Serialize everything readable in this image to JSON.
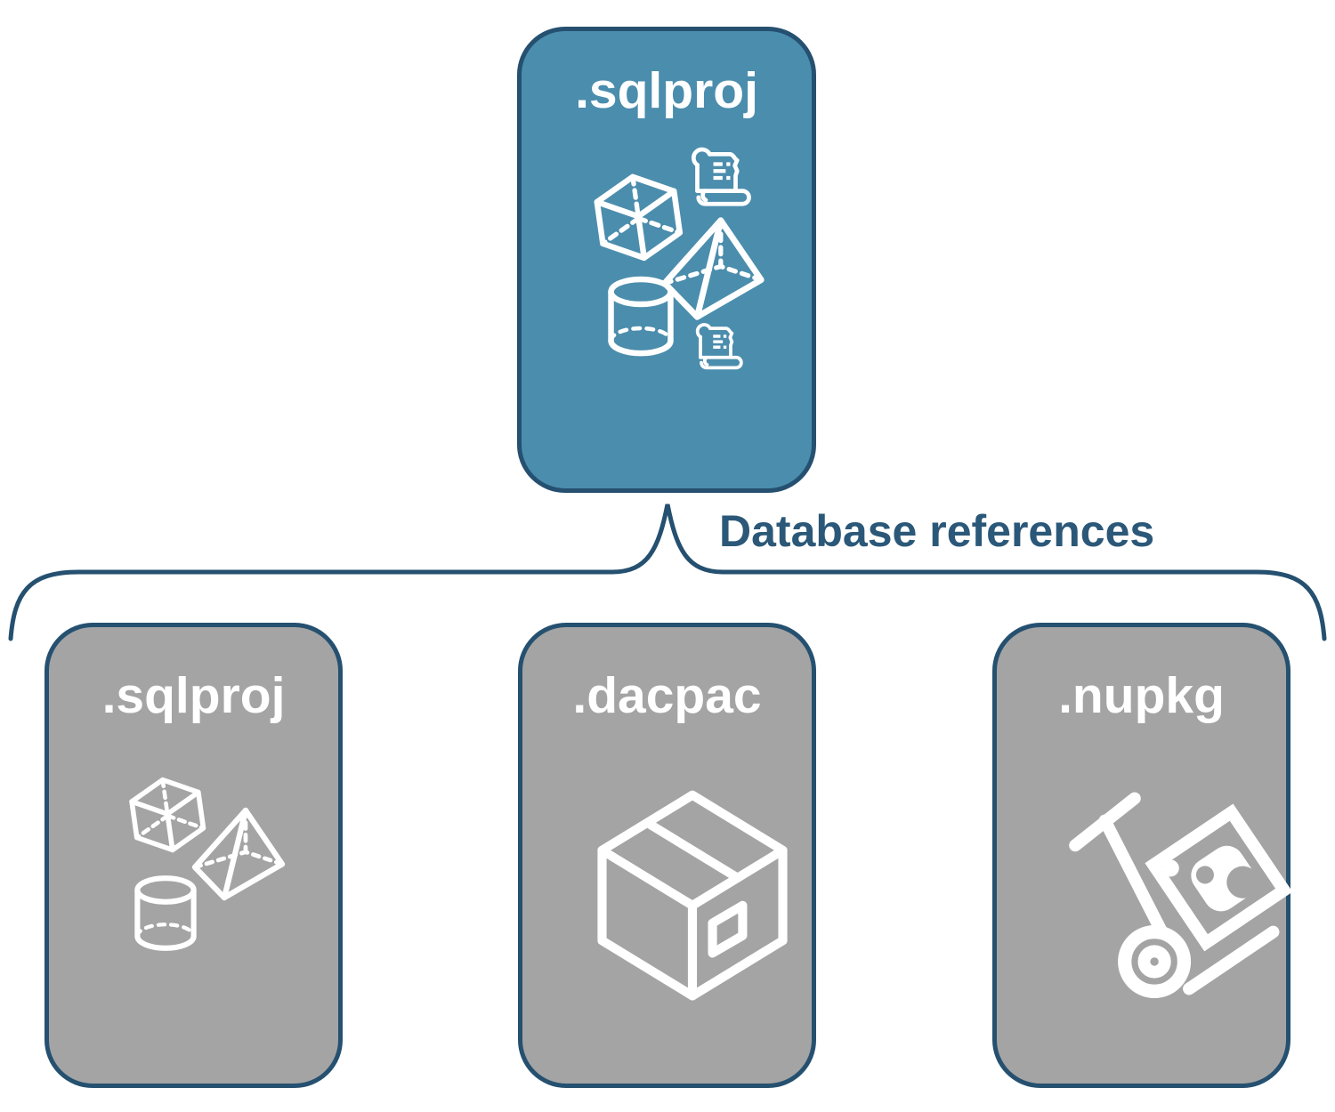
{
  "diagram": {
    "root": {
      "label": ".sqlproj",
      "icons": [
        "cube-icon",
        "scroll-icon",
        "pyramid-icon",
        "cylinder-icon",
        "scroll-icon"
      ]
    },
    "connector": {
      "label": "Database references"
    },
    "children": [
      {
        "label": ".sqlproj",
        "icons": [
          "cube-icon",
          "pyramid-icon",
          "cylinder-icon"
        ]
      },
      {
        "label": ".dacpac",
        "icons": [
          "package-box-icon"
        ]
      },
      {
        "label": ".nupkg",
        "icons": [
          "hand-truck-icon"
        ]
      }
    ],
    "colors": {
      "root_node_fill": "#4b8dad",
      "child_node_fill": "#a4a4a4",
      "outline": "#255070",
      "connector_text": "#2b5878",
      "icon_stroke": "#ffffff"
    }
  }
}
